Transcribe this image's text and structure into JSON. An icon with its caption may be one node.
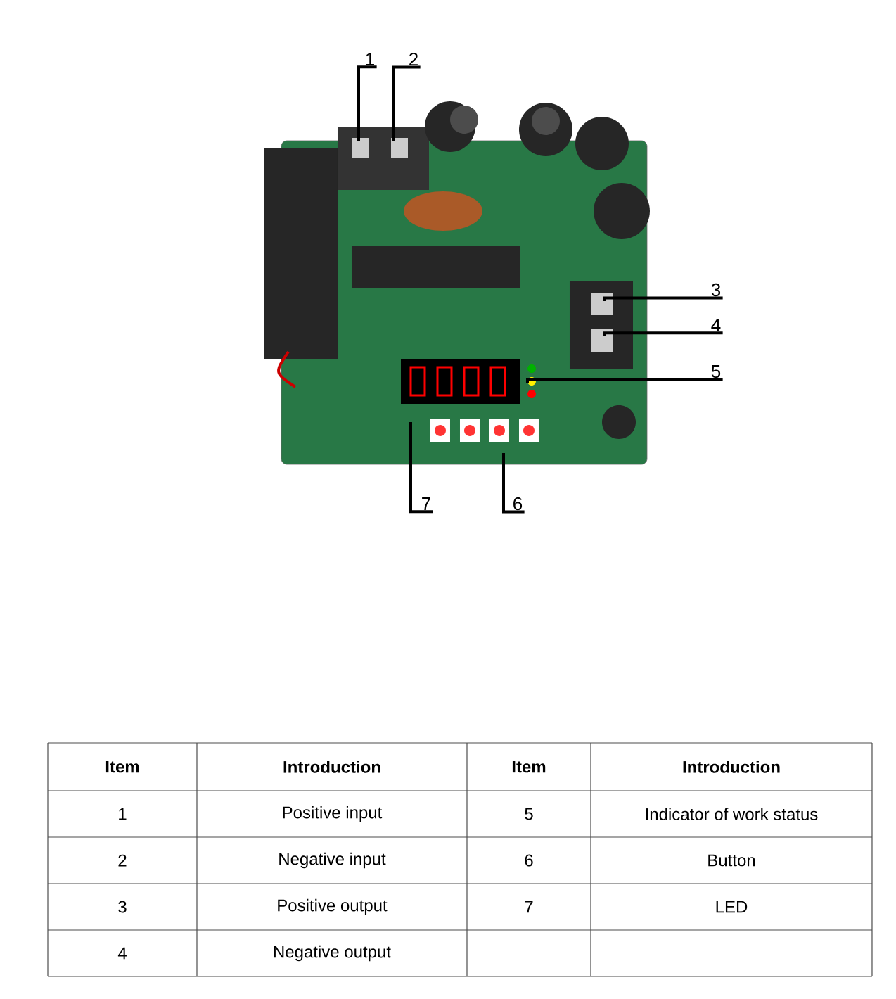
{
  "diagram": {
    "nodes": [
      {
        "text": [],
        "shape": "picture"
      },
      {
        "text": [
          "1"
        ]
      },
      {
        "text": [
          "2"
        ]
      },
      {
        "text": [
          "3"
        ]
      },
      {
        "text": [
          "4"
        ]
      },
      {
        "text": [
          "5"
        ]
      },
      {
        "text": [
          "7"
        ]
      },
      {
        "text": [
          "6"
        ]
      }
    ],
    "edges": [
      {
        "from": 1,
        "to": 0,
        "arrow": "none"
      },
      {
        "from": 2,
        "to": 0,
        "arrow": "none"
      },
      {
        "from": 3,
        "to": 0,
        "arrow": "none"
      },
      {
        "from": 4,
        "to": 0,
        "arrow": "none"
      },
      {
        "from": 5,
        "to": 0,
        "arrow": "none"
      },
      {
        "from": 6,
        "to": 0,
        "arrow": "none"
      },
      {
        "from": 7,
        "to": 0,
        "arrow": "none"
      }
    ],
    "labels": [
      "Item",
      "Introduction",
      "Item",
      "Introduction",
      "1",
      "Positive input",
      "5",
      "Indicator of work status",
      "2",
      "Negative input",
      "6",
      "Button",
      "3",
      "Positive output",
      "7",
      "LED",
      "4",
      "Negative output"
    ]
  }
}
